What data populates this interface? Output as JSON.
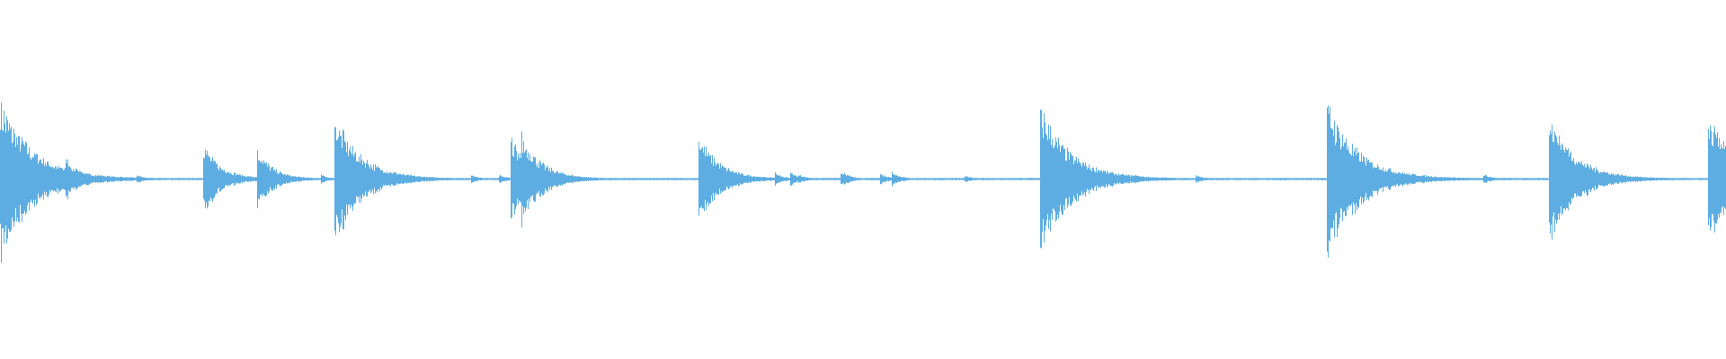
{
  "waveform": {
    "color": "#5dade2",
    "background": "#ffffff",
    "peak_max": 1.0,
    "transients": [
      {
        "t": 0.0,
        "amp": 0.99
      },
      {
        "t": 0.011,
        "amp": 0.23
      },
      {
        "t": 0.038,
        "amp": 0.28
      },
      {
        "t": 0.057,
        "amp": 0.06
      },
      {
        "t": 0.079,
        "amp": 0.05
      },
      {
        "t": 0.118,
        "amp": 0.44
      },
      {
        "t": 0.133,
        "amp": 0.04
      },
      {
        "t": 0.149,
        "amp": 0.37
      },
      {
        "t": 0.186,
        "amp": 0.05
      },
      {
        "t": 0.194,
        "amp": 0.78
      },
      {
        "t": 0.204,
        "amp": 0.2
      },
      {
        "t": 0.229,
        "amp": 0.06
      },
      {
        "t": 0.273,
        "amp": 0.05
      },
      {
        "t": 0.289,
        "amp": 0.05
      },
      {
        "t": 0.296,
        "amp": 0.52
      },
      {
        "t": 0.302,
        "amp": 0.55
      },
      {
        "t": 0.313,
        "amp": 0.05
      },
      {
        "t": 0.405,
        "amp": 0.55
      },
      {
        "t": 0.449,
        "amp": 0.08
      },
      {
        "t": 0.458,
        "amp": 0.08
      },
      {
        "t": 0.463,
        "amp": 0.06
      },
      {
        "t": 0.487,
        "amp": 0.1
      },
      {
        "t": 0.51,
        "amp": 0.07
      },
      {
        "t": 0.517,
        "amp": 0.09
      },
      {
        "t": 0.559,
        "amp": 0.04
      },
      {
        "t": 0.603,
        "amp": 0.9
      },
      {
        "t": 0.637,
        "amp": 0.1
      },
      {
        "t": 0.658,
        "amp": 0.05
      },
      {
        "t": 0.693,
        "amp": 0.05
      },
      {
        "t": 0.769,
        "amp": 0.95
      },
      {
        "t": 0.804,
        "amp": 0.11
      },
      {
        "t": 0.86,
        "amp": 0.06
      },
      {
        "t": 0.898,
        "amp": 0.78
      },
      {
        "t": 0.902,
        "amp": 0.57
      },
      {
        "t": 0.934,
        "amp": 0.08
      },
      {
        "t": 0.99,
        "amp": 0.82
      }
    ]
  }
}
